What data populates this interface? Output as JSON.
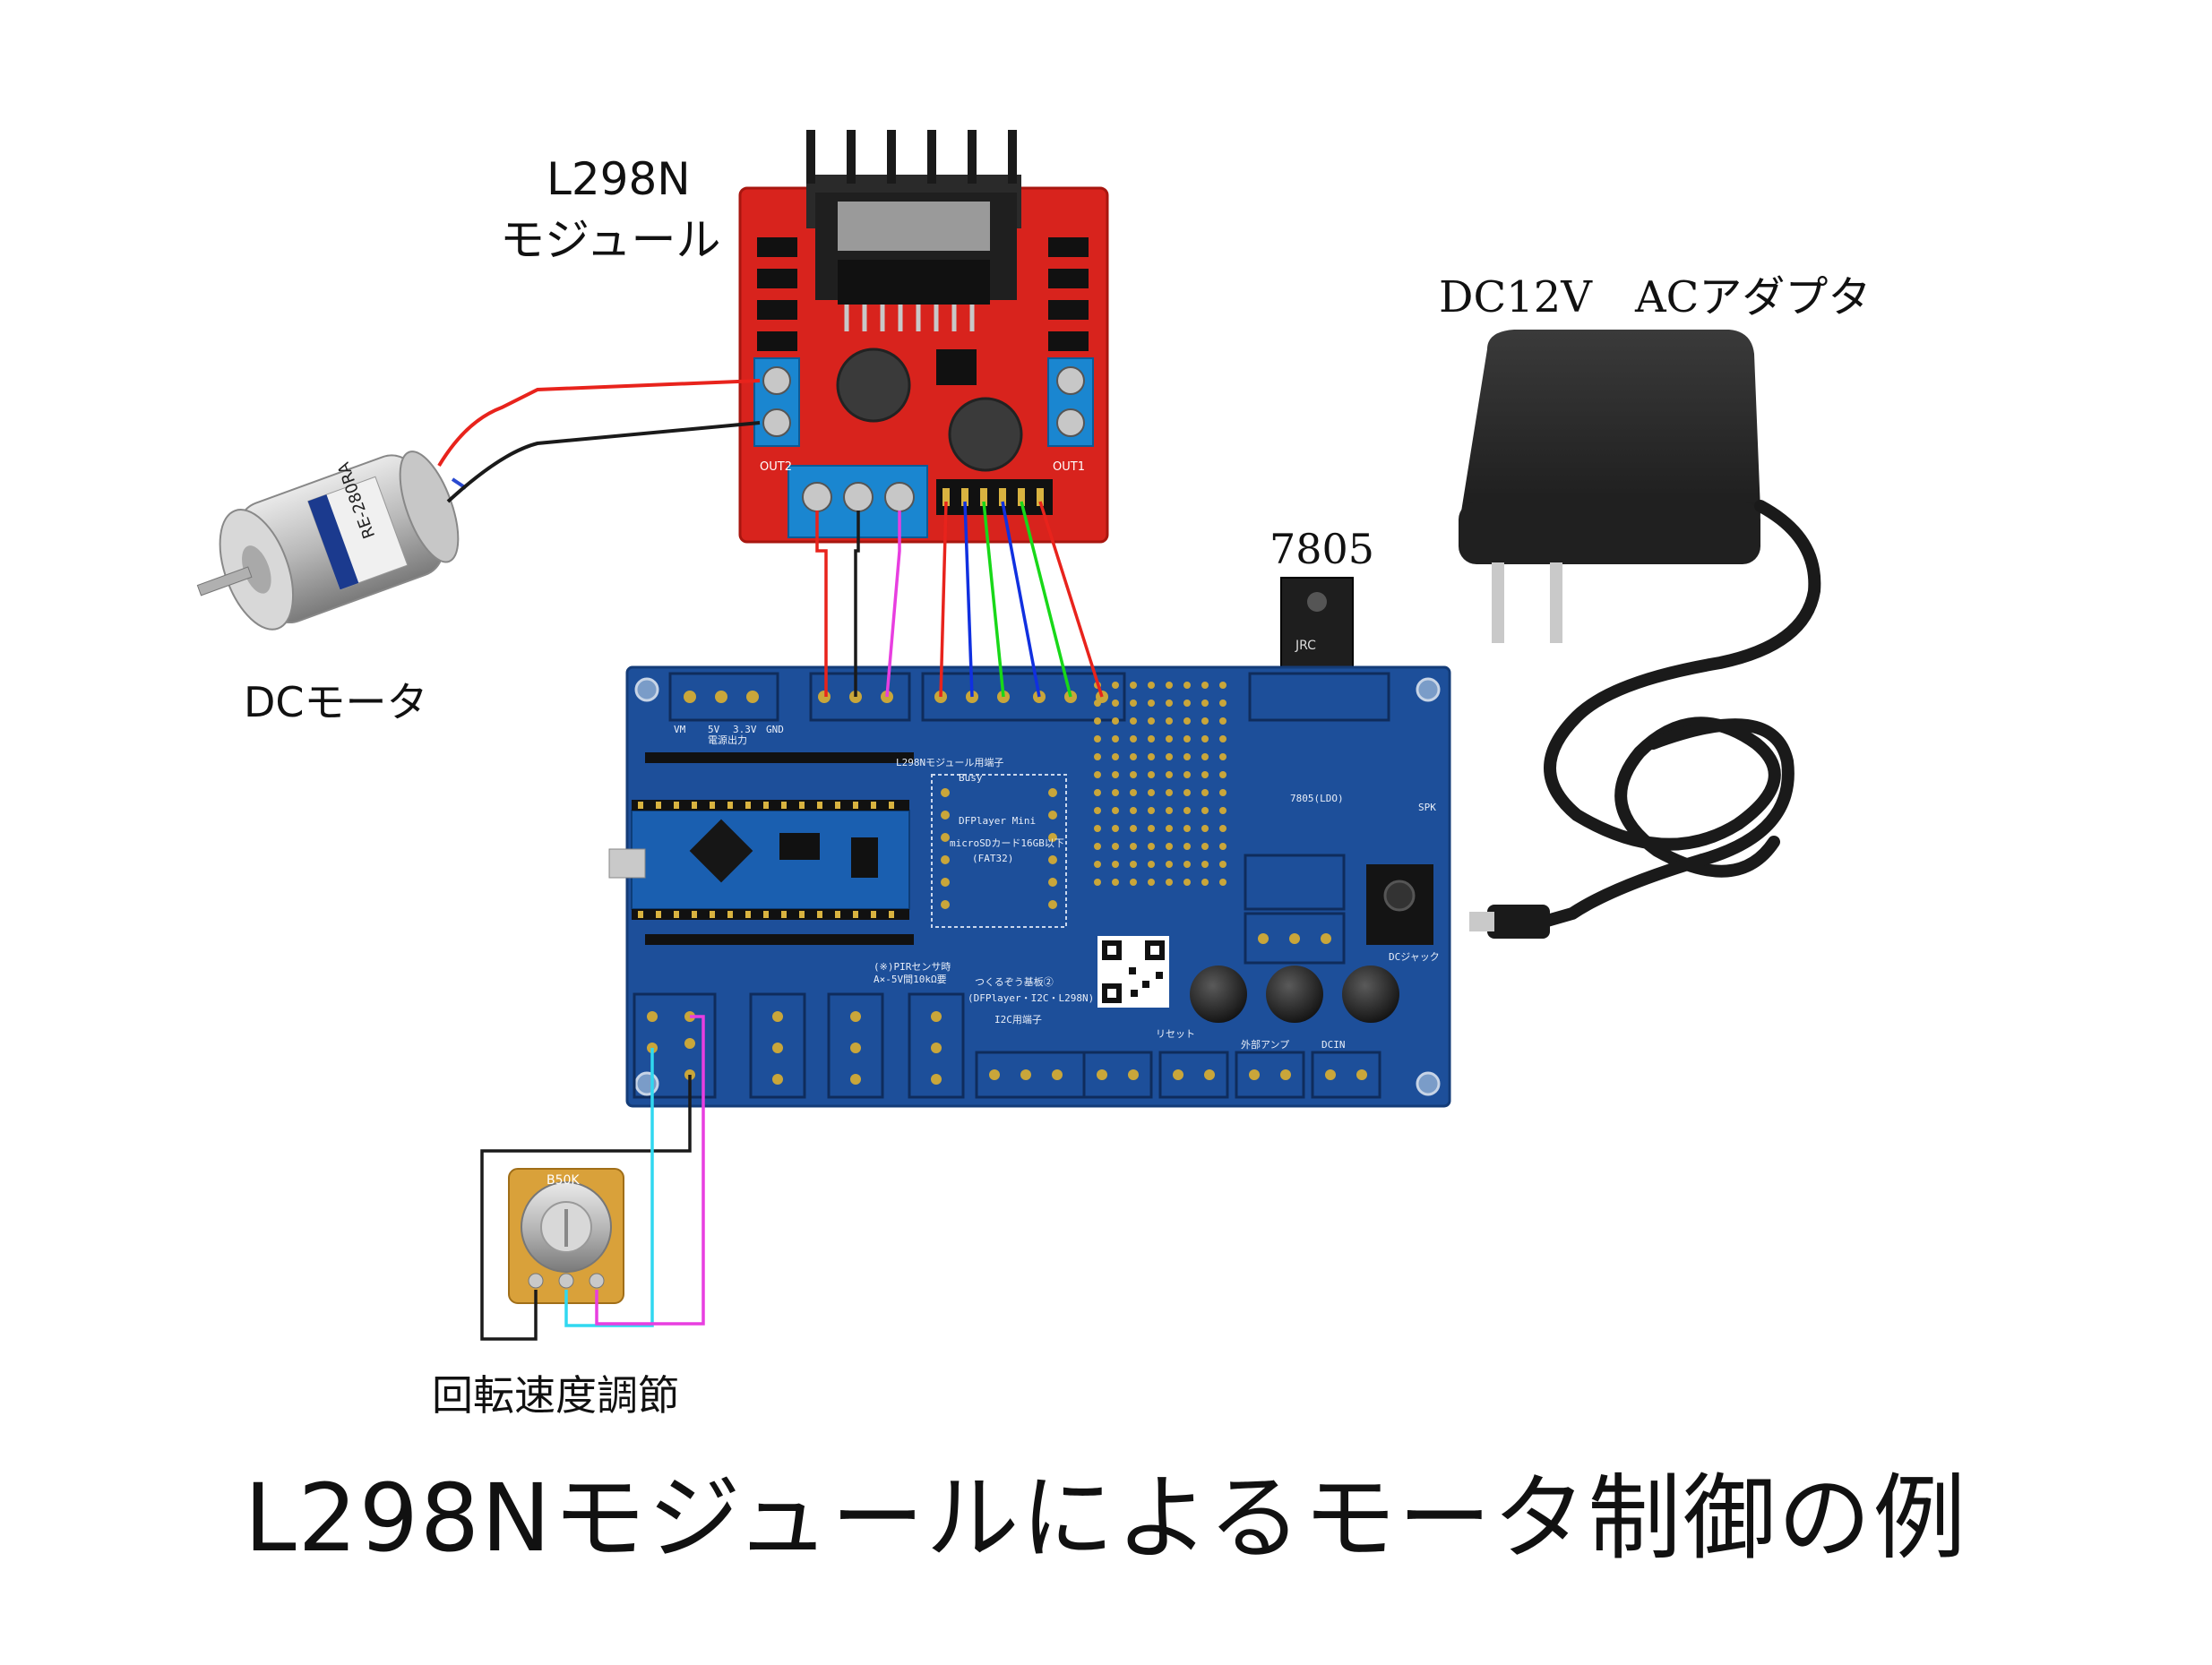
{
  "labels": {
    "l298_title": "L298N",
    "l298_sub": "モジュール",
    "adapter": "DC12V　ACアダプタ",
    "regulator": "7805",
    "motor": "DCモータ",
    "potentiometer": "回転速度調節",
    "caption": "L298Nモジュールによるモータ制御の例"
  },
  "board_text": {
    "header": "L298Nモジュール用端子",
    "power_out": "電源出力",
    "vm": "VM",
    "v5": "5V",
    "v33": "3.3V",
    "gnd": "GND",
    "ldo": "7805(LDO)",
    "dfplayer": "DFPlayer Mini",
    "sdcard": "microSDカード16GB以下",
    "fat32": "(FAT32)",
    "busy": "Busy",
    "pir": "(※)PIRセンサ時",
    "pir2": "A×-5V間10kΩ要",
    "board_name": "つくるぞう基板②",
    "board_sub": "(DFPlayer・I2C・L298N)",
    "i2c": "I2C用端子",
    "reset": "リセット",
    "amp": "外部アンプ",
    "dcjack": "DCジャック",
    "spk": "SPK",
    "dcin": "DCIN"
  },
  "parts_text": {
    "pot_value": "B50K",
    "motor_model": "RE-280RA",
    "reg_brand": "JRC"
  },
  "colors": {
    "wire_red": "#e8231c",
    "wire_black": "#1a1a1a",
    "wire_magenta": "#e83ee0",
    "wire_blue": "#1030e0",
    "wire_green": "#18d818",
    "wire_cyan": "#30d8f0",
    "pcb_blue": "#1d4f9a",
    "l298_red": "#d8231d"
  }
}
